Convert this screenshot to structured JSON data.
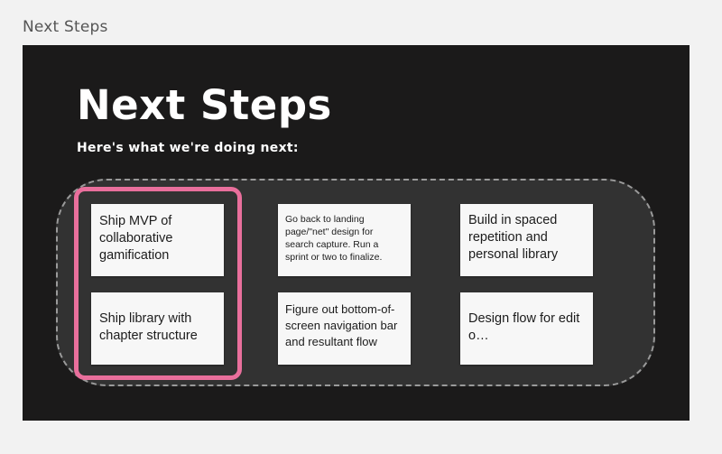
{
  "page": {
    "caption": "Next Steps"
  },
  "slide": {
    "title": "Next Steps",
    "subtitle": "Here's what we're doing next:",
    "notes": [
      {
        "text": "Ship MVP of collaborative gamification",
        "highlighted": true
      },
      {
        "text": "Go back to landing page/\"net\" design for search capture. Run a sprint or two to finalize.",
        "highlighted": false
      },
      {
        "text": "Build in spaced repetition and personal library",
        "highlighted": false
      },
      {
        "text": "Ship library with chapter structure",
        "highlighted": true
      },
      {
        "text": "Figure out bottom-of-screen navigation bar and resultant flow",
        "highlighted": false
      },
      {
        "text": "Design flow for edit o…",
        "highlighted": false
      }
    ]
  },
  "colors": {
    "slide_background": "#1b1a1a",
    "group_background": "#323232",
    "highlight_border": "#e96f9c",
    "sticky_background": "#f7f7f7"
  }
}
